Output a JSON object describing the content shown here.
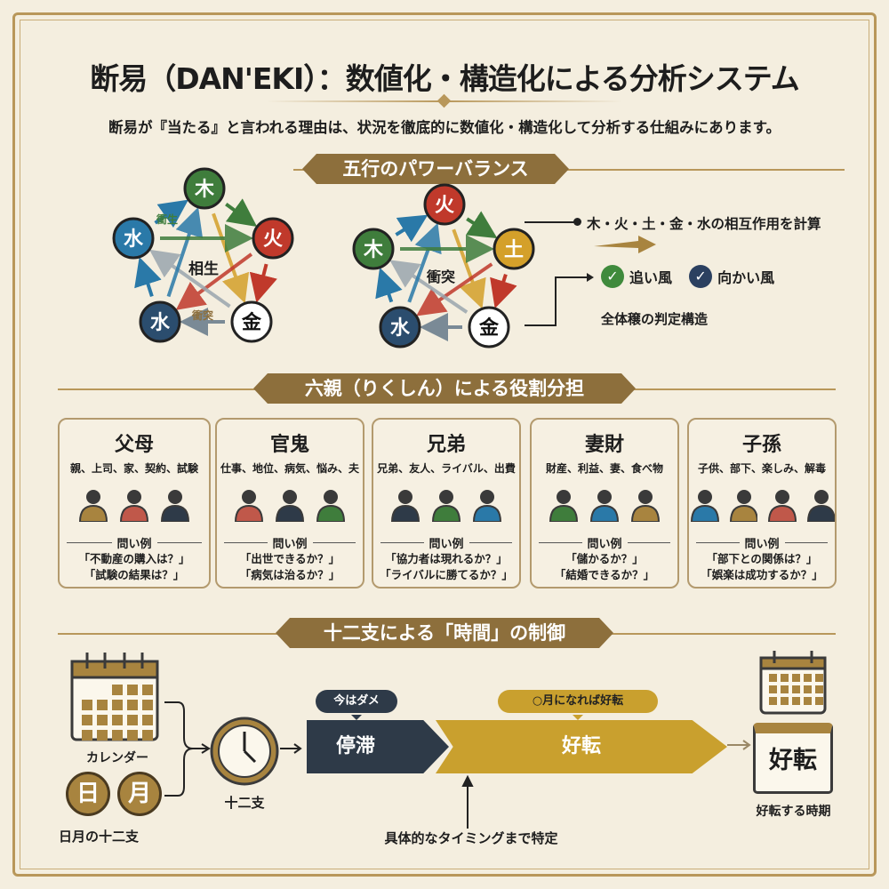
{
  "title": "断易（DAN'EKI）：数値化・構造化による分析システム",
  "subtitle": "断易が『当たる』と言われる理由は、状況を徹底的に数値化・構造化して分析する仕組みにあります。",
  "colors": {
    "gold": "#8d6f3c",
    "wood": "#3f7d3c",
    "fire": "#c0392b",
    "earth": "#d4a02a",
    "water": "#2a79a8",
    "water_dark": "#2b4d6e",
    "stagnation": "#2e3a48",
    "improve": "#c9a02e"
  },
  "section1": {
    "heading": "五行のパワーバランス",
    "left_diagram": {
      "nodes": [
        {
          "label": "木",
          "color": "#3f7d3c"
        },
        {
          "label": "火",
          "color": "#c0392b"
        },
        {
          "label": "金",
          "color": "#ffffff"
        },
        {
          "label": "水",
          "color": "#2b4d6e"
        },
        {
          "label": "水",
          "color": "#2a79a8"
        }
      ],
      "labels": {
        "top": "衝生",
        "center": "相生",
        "bottom": "衝突"
      }
    },
    "right_diagram": {
      "nodes": [
        {
          "label": "火",
          "color": "#c0392b"
        },
        {
          "label": "土",
          "color": "#d4a02a"
        },
        {
          "label": "金",
          "color": "#ffffff"
        },
        {
          "label": "水",
          "color": "#2b4d6e"
        },
        {
          "label": "木",
          "color": "#3f7d3c"
        }
      ],
      "labels": {
        "center": "衝突"
      }
    },
    "calc_text": "木・火・土・金・水の相互作用を計算",
    "tailwind": "追い風",
    "headwind": "向かい風",
    "structure_text": "全体穣の判定構造"
  },
  "section2": {
    "heading": "六親（りくしん）による役割分担",
    "question_label": "問い例",
    "cards": [
      {
        "name": "父母",
        "keywords": "親、上司、家、契約、試験",
        "icons": [
          "parent-child-icon",
          "family-house-icon",
          "contract-icon"
        ],
        "examples": [
          "「不動産の購入は？」",
          "「試験の結果は？」"
        ]
      },
      {
        "name": "官鬼",
        "keywords": "仕事、地位、病気、悩み、夫",
        "icons": [
          "officer-icon",
          "heartbeat-icon",
          "businessman-icon"
        ],
        "examples": [
          "「出世できるか？」",
          "「病気は治るか？」"
        ]
      },
      {
        "name": "兄弟",
        "keywords": "兄弟、友人、ライバル、出費",
        "icons": [
          "siblings-icon",
          "handshake-icon",
          "coin-icon"
        ],
        "examples": [
          "「協力者は現れるか？」",
          "「ライバルに勝てるか？」"
        ]
      },
      {
        "name": "妻財",
        "keywords": "財産、利益、妻、食べ物",
        "icons": [
          "coins-stack-icon",
          "growth-chart-icon",
          "food-icon"
        ],
        "examples": [
          "「儲かるか？」",
          "「結婚できるか？」"
        ]
      },
      {
        "name": "子孫",
        "keywords": "子供、部下、楽しみ、解毒",
        "icons": [
          "child-icon",
          "subordinate-icon",
          "woman-icon",
          "stethoscope-icon"
        ],
        "examples": [
          "「部下との関係は？」",
          "「娯楽は成功するか？」"
        ]
      }
    ]
  },
  "section3": {
    "heading": "十二支による「時間」の制御",
    "calendar_label": "カレンダー",
    "sun": "日",
    "moon": "月",
    "day_month_label": "日月の十二支",
    "clock_label": "十二支",
    "now_bubble": "今はダメ",
    "stagnation": "停滞",
    "month_bubble": "○月になれば好転",
    "improve": "好転",
    "result_box": "好転",
    "result_label": "好転する時期",
    "timing_text": "具体的なタイミングまで特定"
  }
}
